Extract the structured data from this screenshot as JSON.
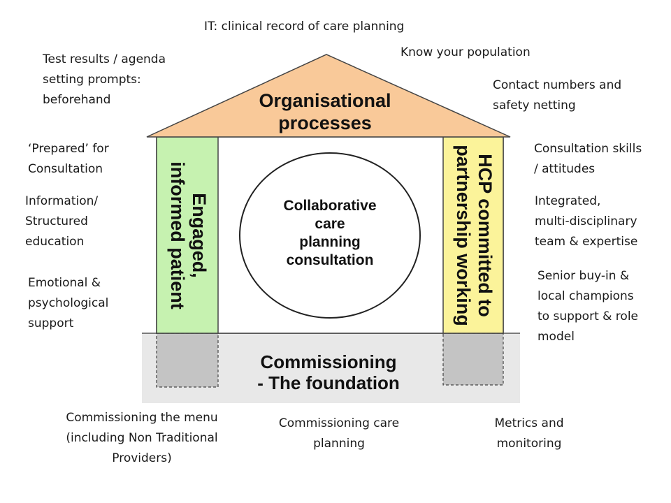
{
  "diagram": {
    "roof_label": "Organisational\nprocesses",
    "left_pillar_label": "Engaged,\ninformed patient",
    "right_pillar_label": "HCP committed to\npartnership working",
    "center_label": "Collaborative\ncare\nplanning\nconsultation",
    "foundation_label": "Commissioning\n- The foundation",
    "colors": {
      "roof": "#f9c999",
      "left_pillar": "#c6f2b0",
      "right_pillar": "#fbf39a",
      "foundation": "#e8e8e8",
      "footing": "#c4c4c4"
    }
  },
  "annotations": {
    "it_record": "IT: clinical record of care planning",
    "know_population": "Know your population",
    "test_results": "Test results / agenda\nsetting prompts:\nbeforehand",
    "contact_numbers": "Contact numbers and\nsafety netting",
    "prepared": "‘Prepared’ for\nConsultation",
    "consultation_skills": "Consultation skills\n/ attitudes",
    "information": "Information/\nStructured\neducation",
    "integrated_team": "Integrated,\nmulti-disciplinary\nteam & expertise",
    "emotional_support": "Emotional &\npsychological\nsupport",
    "senior_buy_in": "Senior buy-in &\nlocal champions\nto support & role\nmodel",
    "commissioning_menu": "Commissioning the menu\n(including  Non Traditional\nProviders)",
    "commissioning_care": "Commissioning care\nplanning",
    "metrics": "Metrics and\nmonitoring"
  }
}
